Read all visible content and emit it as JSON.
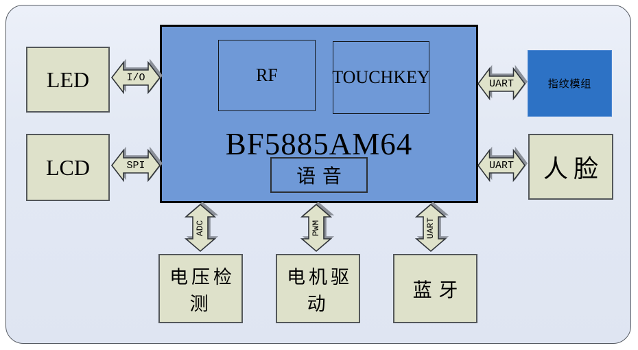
{
  "chip": {
    "label": "BF5885AM64",
    "modules": {
      "rf": "RF",
      "touchkey": "TOUCHKEY",
      "voice": "语音"
    }
  },
  "peripherals": {
    "left": [
      {
        "name": "LED",
        "bus": "I/O"
      },
      {
        "name": "LCD",
        "bus": "SPI"
      }
    ],
    "right": [
      {
        "name": "指纹模组",
        "bus": "UART"
      },
      {
        "name": "人脸",
        "bus": "UART"
      }
    ],
    "bottom": [
      {
        "name": "电压检测",
        "bus": "ADC"
      },
      {
        "name": "电机驱动",
        "bus": "PWM"
      },
      {
        "name": "蓝牙",
        "bus": "UART"
      }
    ]
  },
  "colors": {
    "panel_background": "#e3e9f4",
    "chip_fill": "#6f99d7",
    "peripheral_fill": "#dee1ca",
    "fingerprint_fill": "#2d72c5",
    "arrow_fill": "#dfe2ca",
    "outline": "#000000"
  }
}
